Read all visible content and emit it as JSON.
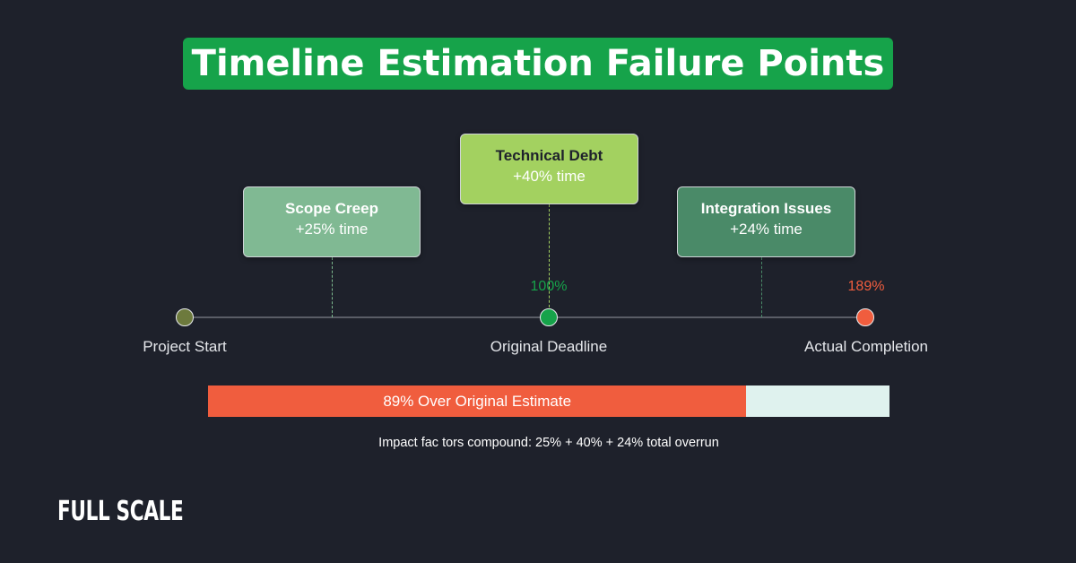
{
  "title": "Timeline Estimation Failure Points",
  "failure_points": [
    {
      "name": "Scope Creep",
      "impact": "+25% time",
      "color": "#80b993"
    },
    {
      "name": "Technical Debt",
      "impact": "+40% time",
      "color": "#a3d160"
    },
    {
      "name": "Integration Issues",
      "impact": "+24% time",
      "color": "#4a8a68"
    }
  ],
  "milestones": [
    {
      "label": "Project Start",
      "percent": "",
      "color": "#6d7a3d"
    },
    {
      "label": "Original Deadline",
      "percent": "100%",
      "color": "#16a34a"
    },
    {
      "label": "Actual Completion",
      "percent": "189%",
      "color": "#f05d3e"
    }
  ],
  "overrun_bar": {
    "label": "89% Over Original Estimate",
    "fill_fraction": 0.79,
    "fill_color": "#f05d3e",
    "track_color": "#dff2ee"
  },
  "caption": "Impact fac tors compound: 25% + 40% + 24% total overrun",
  "logo": "FULL SCALE"
}
